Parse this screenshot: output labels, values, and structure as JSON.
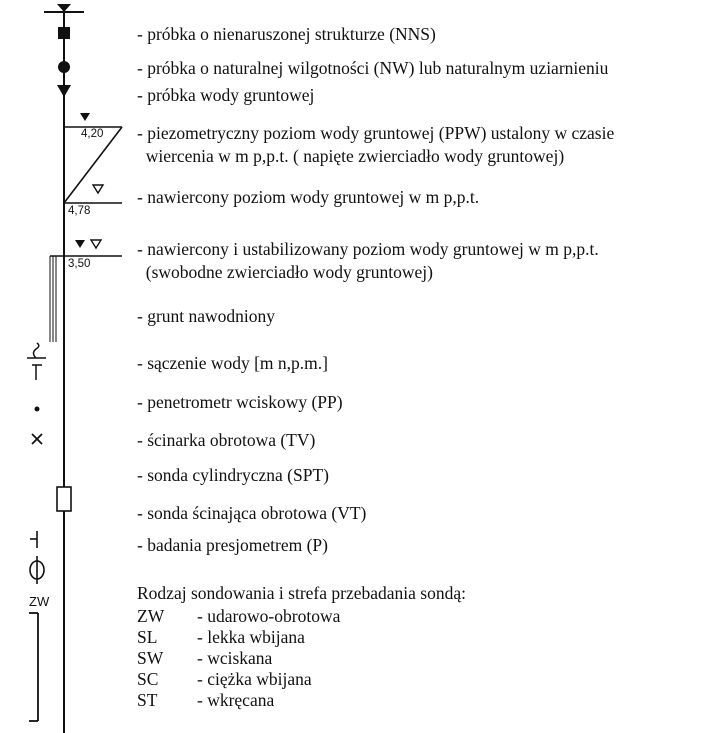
{
  "legend": [
    "- próbka o nienaruszonej strukturze (NNS)",
    "- próbka o naturalnej wilgotności (NW) lub naturalnym uziarnieniu",
    "- próbka wody gruntowej",
    "- piezometryczny poziom wody gruntowej (PPW) ustalony w czasie",
    "  wiercenia w m p,p.t. ( napięte zwierciadło wody gruntowej)",
    "- nawiercony poziom wody gruntowej w m p,p.t.",
    "- nawiercony i ustabilizowany poziom wody gruntowej w m p,p.t.",
    "  (swobodne zwierciadło wody gruntowej)",
    "- grunt nawodniony",
    "- sączenie wody [m n,p.m.]",
    "- penetrometr wciskowy (PP)",
    "- ścinarka obrotowa (TV)",
    "- sonda cylindryczna (SPT)",
    "- sonda ścinająca obrotowa (VT)",
    "- badania presjometrem (P)"
  ],
  "depths": [
    "4,20",
    "4,78",
    "3,50"
  ],
  "sounding": {
    "header": "Rodzaj sondowania i strefa przebadania sondą:",
    "zone_label": "ZW",
    "types": [
      {
        "code": "ZW",
        "desc": "- udarowo-obrotowa"
      },
      {
        "code": "SL",
        "desc": "- lekka wbijana"
      },
      {
        "code": "SW",
        "desc": "- wciskana"
      },
      {
        "code": "SC",
        "desc": "- ciężka wbijana"
      },
      {
        "code": "ST",
        "desc": "- wkręcana"
      }
    ]
  },
  "colors": {
    "ink": "#111111",
    "background": "#ffffff"
  }
}
